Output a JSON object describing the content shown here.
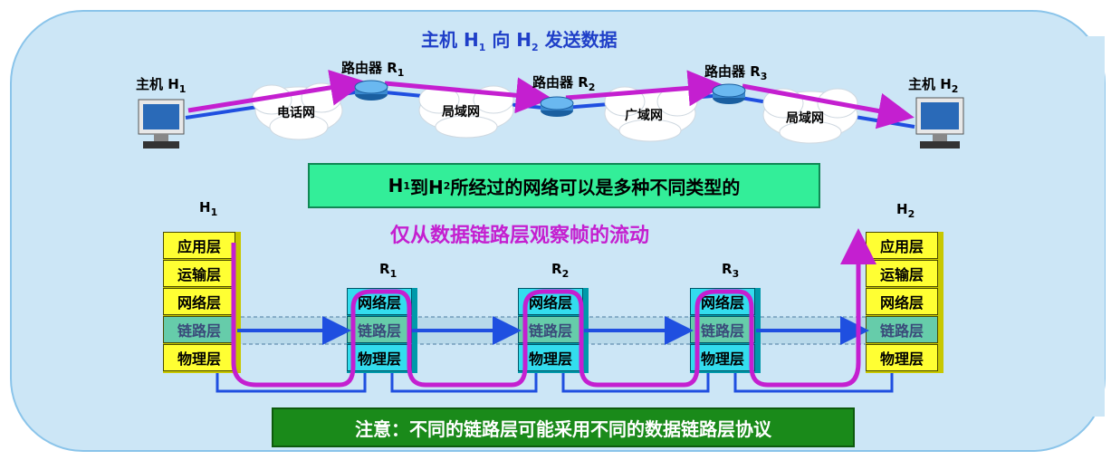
{
  "top": {
    "title": {
      "a": "主机 H",
      "s1": "1",
      "b": " 向 H",
      "s2": "2",
      "c": " 发送数据"
    },
    "host1": {
      "main": "主机 H",
      "sub": "1"
    },
    "host2": {
      "main": "主机 H",
      "sub": "2"
    },
    "router1": {
      "main": "路由器 R",
      "sub": "1"
    },
    "router2": {
      "main": "路由器 R",
      "sub": "2"
    },
    "router3": {
      "main": "路由器 R",
      "sub": "3"
    },
    "cloud1": "电话网",
    "cloud2": "局域网",
    "cloud3": "广域网",
    "cloud4": "局域网"
  },
  "banner1": {
    "a": "H",
    "s1": "1",
    "b": " 到H",
    "s2": "2",
    "c": " 所经过的网络可以是多种不同类型的"
  },
  "middle_title": "仅从数据链路层观察帧的流动",
  "h1": {
    "main": "H",
    "sub": "1",
    "layers": [
      "应用层",
      "运输层",
      "网络层",
      "链路层",
      "物理层"
    ]
  },
  "h2": {
    "main": "H",
    "sub": "2",
    "layers": [
      "应用层",
      "运输层",
      "网络层",
      "链路层",
      "物理层"
    ]
  },
  "r1": {
    "main": "R",
    "sub": "1",
    "layers": [
      "网络层",
      "链路层",
      "物理层"
    ]
  },
  "r2": {
    "main": "R",
    "sub": "2",
    "layers": [
      "网络层",
      "链路层",
      "物理层"
    ]
  },
  "r3": {
    "main": "R",
    "sub": "3",
    "layers": [
      "网络层",
      "链路层",
      "物理层"
    ]
  },
  "banner2": "注意：不同的链路层可能采用不同的数据链路层协议",
  "colors": {
    "panel": "#cce6f6",
    "panel_border": "#8ac4ea",
    "title_blue": "#1f3fc8",
    "magenta": "#c41fd0",
    "host_yellow": "#ffff33",
    "router_cyan": "#33ddee",
    "banner_cyan": "#33ee99",
    "banner_green": "#1a8a1a",
    "link_blue": "#1f4fe0"
  }
}
